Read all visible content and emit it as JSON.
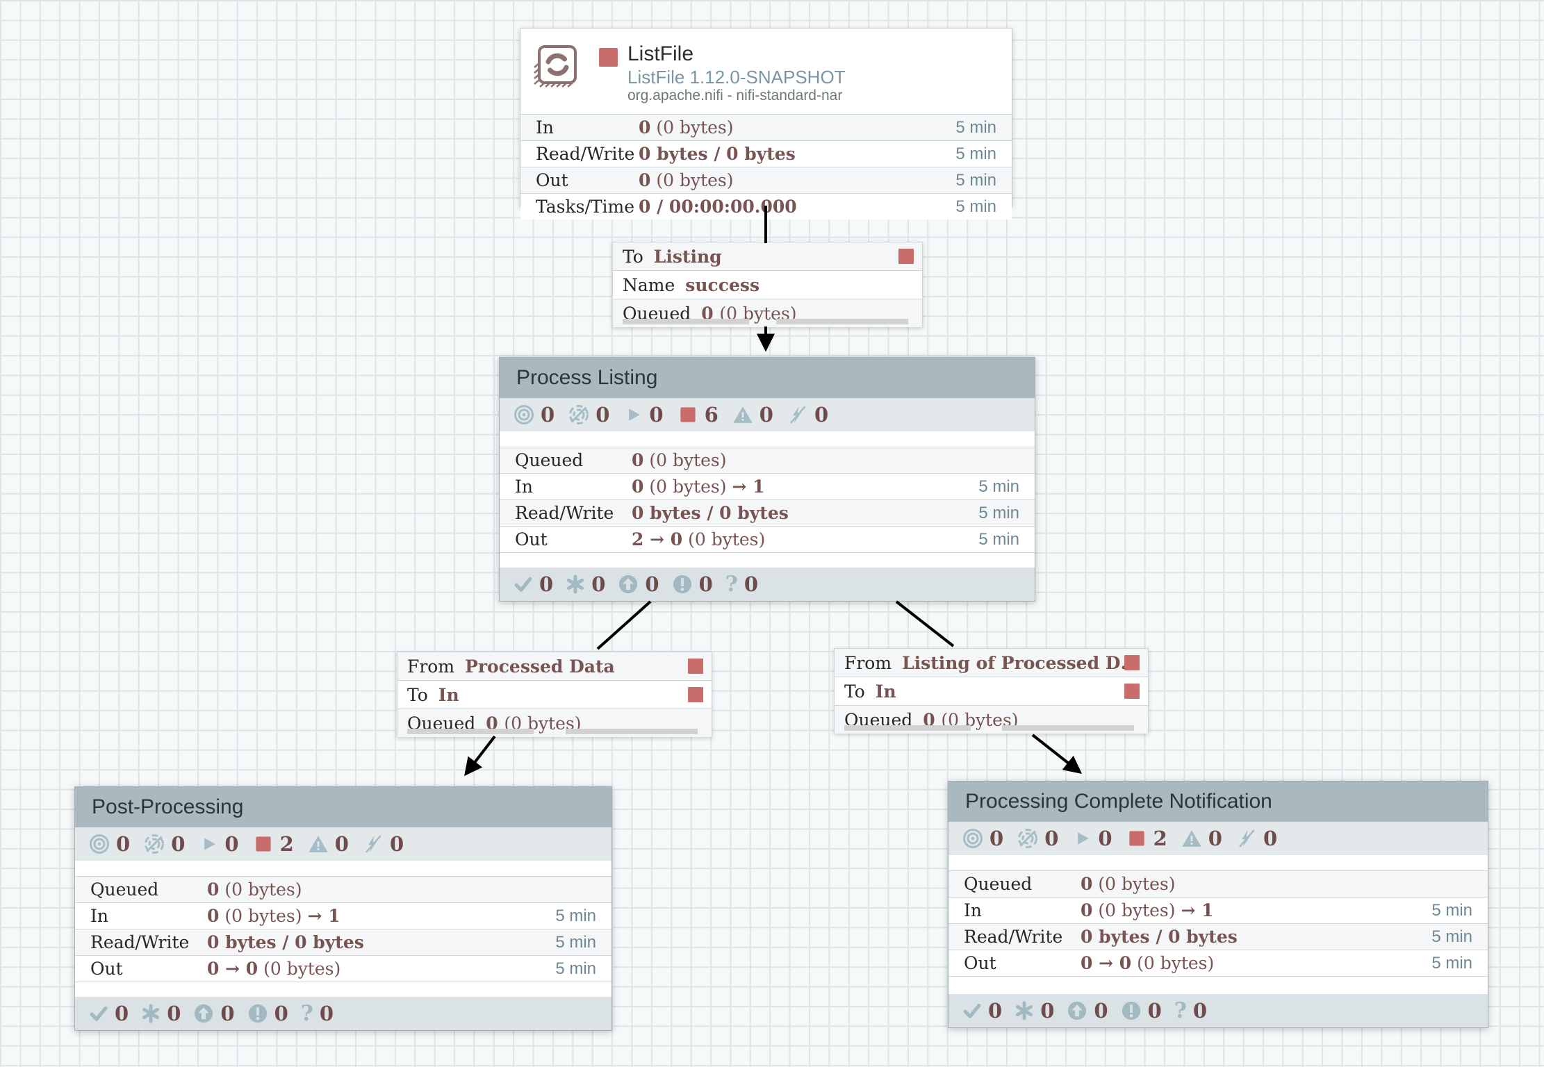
{
  "colors": {
    "stopped_red": "#c96c6c",
    "value_maroon": "#775351",
    "icon_blue_gray": "#a6bcc6",
    "group_header_bg": "#aab9c0",
    "time_blue": "#6d8794"
  },
  "glyphs": {
    "question": "?"
  },
  "processor": {
    "name": "ListFile",
    "type_version": "ListFile 1.12.0-SNAPSHOT",
    "bundle": "org.apache.nifi - nifi-standard-nar",
    "run_status": "stopped",
    "stats": [
      {
        "label": "In",
        "time": "5 min",
        "segs": [
          {
            "t": "0",
            "b": true
          },
          {
            "t": " (0 bytes)"
          }
        ]
      },
      {
        "label": "Read/Write",
        "time": "5 min",
        "segs": [
          {
            "t": "0 bytes / 0 bytes",
            "b": true
          }
        ]
      },
      {
        "label": "Out",
        "time": "5 min",
        "segs": [
          {
            "t": "0",
            "b": true
          },
          {
            "t": " (0 bytes)"
          }
        ]
      },
      {
        "label": "Tasks/Time",
        "time": "5 min",
        "segs": [
          {
            "t": "0 / 00:00:00.000",
            "b": true
          }
        ]
      }
    ]
  },
  "connections": [
    {
      "rows": [
        {
          "label": "To",
          "value": "Listing",
          "square": true
        },
        {
          "label": "Name",
          "value": "success",
          "square": false
        },
        {
          "label": "Queued",
          "segs": [
            {
              "t": "0 ",
              "b": true
            },
            {
              "t": "(0 bytes)"
            }
          ]
        }
      ]
    },
    {
      "rows": [
        {
          "label": "From",
          "value": "Processed Data",
          "square": true
        },
        {
          "label": "To",
          "value": "In",
          "square": true
        },
        {
          "label": "Queued",
          "segs": [
            {
              "t": "0 ",
              "b": true
            },
            {
              "t": "(0 bytes)"
            }
          ]
        }
      ]
    },
    {
      "rows": [
        {
          "label": "From",
          "value": "Listing of Processed D…",
          "square": true
        },
        {
          "label": "To",
          "value": "In",
          "square": true
        },
        {
          "label": "Queued",
          "segs": [
            {
              "t": "0 ",
              "b": true
            },
            {
              "t": "(0 bytes)"
            }
          ]
        }
      ]
    }
  ],
  "groups": [
    {
      "name": "Process Listing",
      "status_counts": [
        {
          "icon": "transmitting",
          "value": "0"
        },
        {
          "icon": "not-transmitting",
          "value": "0"
        },
        {
          "icon": "running",
          "value": "0"
        },
        {
          "icon": "stopped",
          "value": "6"
        },
        {
          "icon": "invalid",
          "value": "0"
        },
        {
          "icon": "disabled",
          "value": "0"
        }
      ],
      "stats": [
        {
          "label": "Queued",
          "time": "",
          "segs": [
            {
              "t": "0",
              "b": true
            },
            {
              "t": " (0 bytes)"
            }
          ]
        },
        {
          "label": "In",
          "time": "5 min",
          "segs": [
            {
              "t": "0",
              "b": true
            },
            {
              "t": " (0 bytes) "
            },
            {
              "t": "→ 1",
              "b": true
            }
          ]
        },
        {
          "label": "Read/Write",
          "time": "5 min",
          "segs": [
            {
              "t": "0 bytes / 0 bytes",
              "b": true
            }
          ]
        },
        {
          "label": "Out",
          "time": "5 min",
          "segs": [
            {
              "t": "2 → 0",
              "b": true
            },
            {
              "t": " (0 bytes)"
            }
          ]
        }
      ],
      "version_counts": [
        {
          "icon": "up-to-date",
          "value": "0"
        },
        {
          "icon": "locally-modified",
          "value": "0"
        },
        {
          "icon": "stale",
          "value": "0"
        },
        {
          "icon": "locally-modified-stale",
          "value": "0"
        },
        {
          "icon": "sync-failure",
          "value": "0"
        }
      ]
    },
    {
      "name": "Post-Processing",
      "status_counts": [
        {
          "icon": "transmitting",
          "value": "0"
        },
        {
          "icon": "not-transmitting",
          "value": "0"
        },
        {
          "icon": "running",
          "value": "0"
        },
        {
          "icon": "stopped",
          "value": "2"
        },
        {
          "icon": "invalid",
          "value": "0"
        },
        {
          "icon": "disabled",
          "value": "0"
        }
      ],
      "stats": [
        {
          "label": "Queued",
          "time": "",
          "segs": [
            {
              "t": "0",
              "b": true
            },
            {
              "t": " (0 bytes)"
            }
          ]
        },
        {
          "label": "In",
          "time": "5 min",
          "segs": [
            {
              "t": "0",
              "b": true
            },
            {
              "t": " (0 bytes) "
            },
            {
              "t": "→ 1",
              "b": true
            }
          ]
        },
        {
          "label": "Read/Write",
          "time": "5 min",
          "segs": [
            {
              "t": "0 bytes / 0 bytes",
              "b": true
            }
          ]
        },
        {
          "label": "Out",
          "time": "5 min",
          "segs": [
            {
              "t": "0 → 0",
              "b": true
            },
            {
              "t": " (0 bytes)"
            }
          ]
        }
      ],
      "version_counts": [
        {
          "icon": "up-to-date",
          "value": "0"
        },
        {
          "icon": "locally-modified",
          "value": "0"
        },
        {
          "icon": "stale",
          "value": "0"
        },
        {
          "icon": "locally-modified-stale",
          "value": "0"
        },
        {
          "icon": "sync-failure",
          "value": "0"
        }
      ]
    },
    {
      "name": "Processing Complete Notification",
      "status_counts": [
        {
          "icon": "transmitting",
          "value": "0"
        },
        {
          "icon": "not-transmitting",
          "value": "0"
        },
        {
          "icon": "running",
          "value": "0"
        },
        {
          "icon": "stopped",
          "value": "2"
        },
        {
          "icon": "invalid",
          "value": "0"
        },
        {
          "icon": "disabled",
          "value": "0"
        }
      ],
      "stats": [
        {
          "label": "Queued",
          "time": "",
          "segs": [
            {
              "t": "0",
              "b": true
            },
            {
              "t": " (0 bytes)"
            }
          ]
        },
        {
          "label": "In",
          "time": "5 min",
          "segs": [
            {
              "t": "0",
              "b": true
            },
            {
              "t": " (0 bytes) "
            },
            {
              "t": "→ 1",
              "b": true
            }
          ]
        },
        {
          "label": "Read/Write",
          "time": "5 min",
          "segs": [
            {
              "t": "0 bytes / 0 bytes",
              "b": true
            }
          ]
        },
        {
          "label": "Out",
          "time": "5 min",
          "segs": [
            {
              "t": "0 → 0",
              "b": true
            },
            {
              "t": " (0 bytes)"
            }
          ]
        }
      ],
      "version_counts": [
        {
          "icon": "up-to-date",
          "value": "0"
        },
        {
          "icon": "locally-modified",
          "value": "0"
        },
        {
          "icon": "stale",
          "value": "0"
        },
        {
          "icon": "locally-modified-stale",
          "value": "0"
        },
        {
          "icon": "sync-failure",
          "value": "0"
        }
      ]
    }
  ]
}
